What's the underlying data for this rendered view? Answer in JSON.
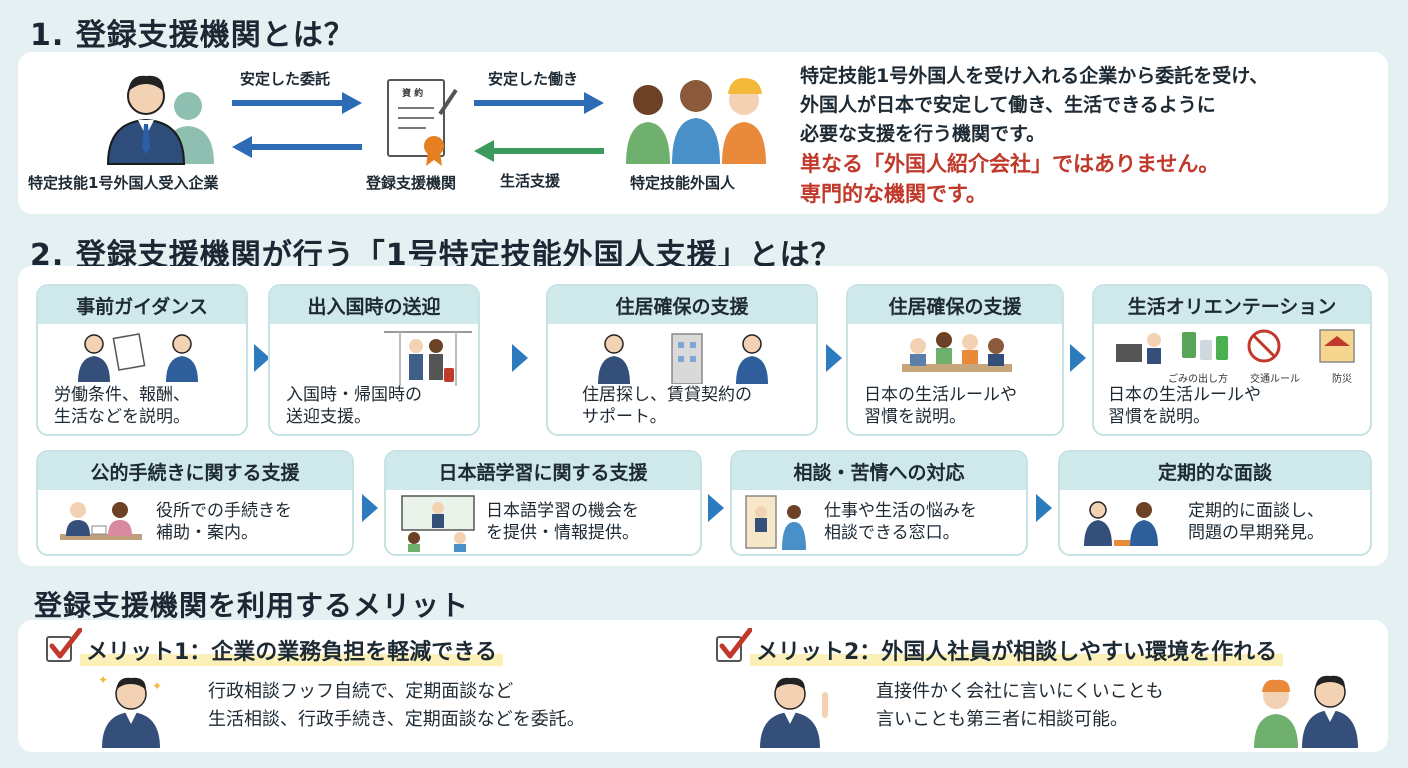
{
  "section1": {
    "title": "1. 登録支援機関とは？",
    "company_label": "特定技能1号外国人受入企業",
    "org_label": "登録支援機関",
    "workers_label": "特定技能外国人",
    "document_label": "資 約",
    "arrow_top_left": "安定した委託",
    "arrow_top_right": "安定した働き",
    "arrow_bottom_right": "生活支援",
    "description": [
      "特定技能1号外国人を受け入れる企業から委託を受け、",
      "外国人が日本で安定して働き、生活できるように",
      "必要な支援を行う機関です。"
    ],
    "emphasis": [
      "単なる「外国人紹介会社」ではありません。",
      "専門的な機関です。"
    ],
    "colors": {
      "arrow_blue": "#2d6bb5",
      "arrow_green": "#3d9a5f",
      "emphasis_red": "#c0392b"
    }
  },
  "section2": {
    "title": "2. 登録支援機関が行う「1号特定技能外国人支援」とは？",
    "row1": [
      {
        "head": "事前ガイダンス",
        "lines": [
          "労働条件、報酬、",
          "生活などを説明。"
        ]
      },
      {
        "head": "出入国時の送迎",
        "lines": [
          "入国時・帰国時の",
          "送迎支援。"
        ]
      },
      {
        "head": "住居確保の支援",
        "lines": [
          "住居探し、賃貸契約の",
          "サポート。"
        ]
      },
      {
        "head": "住居確保の支援",
        "lines": [
          "日本の生活ルールや",
          "習慣を説明。"
        ]
      },
      {
        "head": "生活オリエンテーション",
        "lines": [
          "日本の生活ルールや",
          "習慣を説明。"
        ],
        "icon_labels": [
          "ごみの出し方",
          "交通ルール",
          "防災"
        ]
      }
    ],
    "row2": [
      {
        "head": "公的手続きに関する支援",
        "lines": [
          "役所での手続きを",
          "補助・案内。"
        ]
      },
      {
        "head": "日本語学習に関する支援",
        "lines": [
          "日本語学習の機会を",
          "を提供・情報提供。"
        ]
      },
      {
        "head": "相談・苦情への対応",
        "lines": [
          "仕事や生活の悩みを",
          "相談できる窓口。"
        ]
      },
      {
        "head": "定期的な面談",
        "lines": [
          "定期的に面談し、",
          "問題の早期発見。"
        ]
      }
    ],
    "colors": {
      "card_head": "#cfe8ea",
      "chevron": "#2d7bbf"
    }
  },
  "section3": {
    "title": "登録支援機関を利用するメリット",
    "merit1": {
      "title": "メリット1：企業の業務負担を軽減できる",
      "lines": [
        "行政相談フッフ自続で、定期面談など",
        "生活相談、行政手続き、定期面談などを委託。"
      ]
    },
    "merit2": {
      "title": "メリット2：外国人社員が相談しやすい環境を作れる",
      "lines": [
        "直接件かく会社に言いにくいことも",
        "言いことも第三者に相談可能。"
      ]
    },
    "colors": {
      "check": "#c0392b",
      "highlight": "#fbf1b8"
    }
  }
}
